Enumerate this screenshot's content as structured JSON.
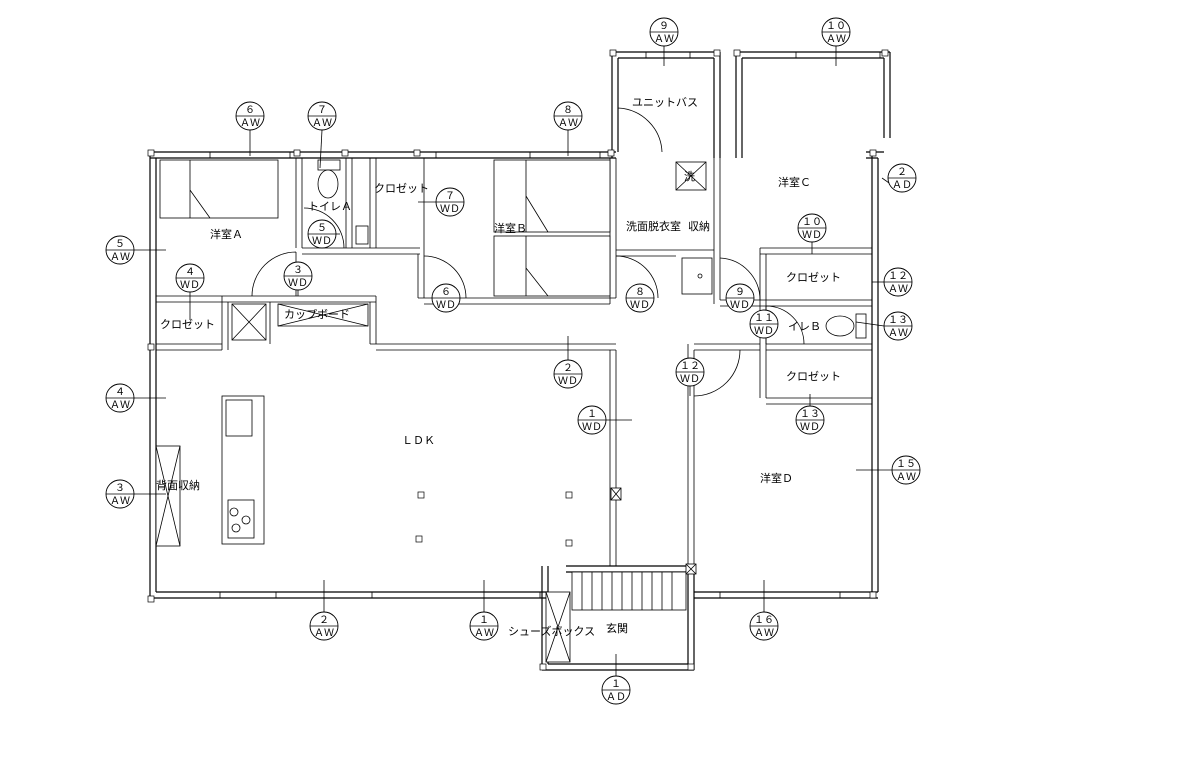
{
  "rooms": {
    "unit_bath": "ユニットバス",
    "western_c": "洋室Ｃ",
    "western_a": "洋室Ａ",
    "toilet_a": "トイレＡ",
    "closet_1": "クロゼット",
    "western_b": "洋室Ｂ",
    "washroom": "洗面脱衣室",
    "storage_1": "収納",
    "closet_2": "クロゼット",
    "toilet_b": "イレＢ",
    "closet_3": "クロゼット",
    "closet_a": "クロゼット",
    "cupboard": "カップボード",
    "ldk": "ＬＤＫ",
    "back_storage": "背面収納",
    "western_d": "洋室Ｄ",
    "shoe_box": "シューズボックス",
    "entrance": "玄関",
    "washer": "洗"
  },
  "tags": [
    {
      "id": "aw9",
      "num": "９",
      "type": "ＡＷ"
    },
    {
      "id": "aw10",
      "num": "１０",
      "type": "ＡＷ"
    },
    {
      "id": "aw6",
      "num": "６",
      "type": "ＡＷ"
    },
    {
      "id": "aw7",
      "num": "７",
      "type": "ＡＷ"
    },
    {
      "id": "aw8",
      "num": "８",
      "type": "ＡＷ"
    },
    {
      "id": "ad2",
      "num": "２",
      "type": "ＡＤ"
    },
    {
      "id": "wd7",
      "num": "７",
      "type": "ＷＤ"
    },
    {
      "id": "wd10",
      "num": "１０",
      "type": "ＷＤ"
    },
    {
      "id": "aw5",
      "num": "５",
      "type": "ＡＷ"
    },
    {
      "id": "wd5",
      "num": "５",
      "type": "ＷＤ"
    },
    {
      "id": "wd4",
      "num": "４",
      "type": "ＷＤ"
    },
    {
      "id": "wd3",
      "num": "３",
      "type": "ＷＤ"
    },
    {
      "id": "wd6",
      "num": "６",
      "type": "ＷＤ"
    },
    {
      "id": "wd8",
      "num": "８",
      "type": "ＷＤ"
    },
    {
      "id": "wd9",
      "num": "９",
      "type": "ＷＤ"
    },
    {
      "id": "aw12",
      "num": "１２",
      "type": "ＡＷ"
    },
    {
      "id": "wd11",
      "num": "１１",
      "type": "ＷＤ"
    },
    {
      "id": "aw13",
      "num": "１３",
      "type": "ＡＷ"
    },
    {
      "id": "wd2",
      "num": "２",
      "type": "ＷＤ"
    },
    {
      "id": "wd12",
      "num": "１２",
      "type": "ＷＤ"
    },
    {
      "id": "aw4",
      "num": "４",
      "type": "ＡＷ"
    },
    {
      "id": "wd13",
      "num": "１３",
      "type": "ＷＤ"
    },
    {
      "id": "wd1",
      "num": "１",
      "type": "ＷＤ"
    },
    {
      "id": "aw15",
      "num": "１５",
      "type": "ＡＷ"
    },
    {
      "id": "aw3",
      "num": "３",
      "type": "ＡＷ"
    },
    {
      "id": "aw2",
      "num": "２",
      "type": "ＡＷ"
    },
    {
      "id": "aw1",
      "num": "１",
      "type": "ＡＷ"
    },
    {
      "id": "aw16",
      "num": "１６",
      "type": "ＡＷ"
    },
    {
      "id": "ad1",
      "num": "１",
      "type": "ＡＤ"
    }
  ]
}
